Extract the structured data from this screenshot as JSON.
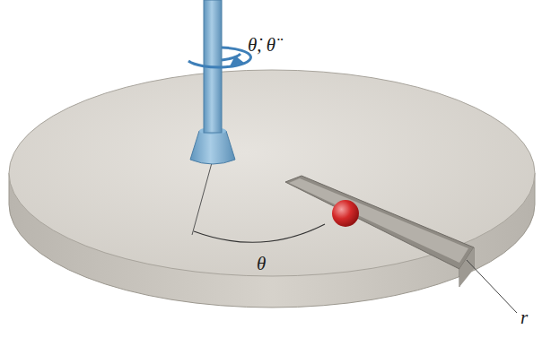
{
  "diagram": {
    "labels": [
      "θ̇, θ̈",
      "θ",
      "r"
    ]
  }
}
